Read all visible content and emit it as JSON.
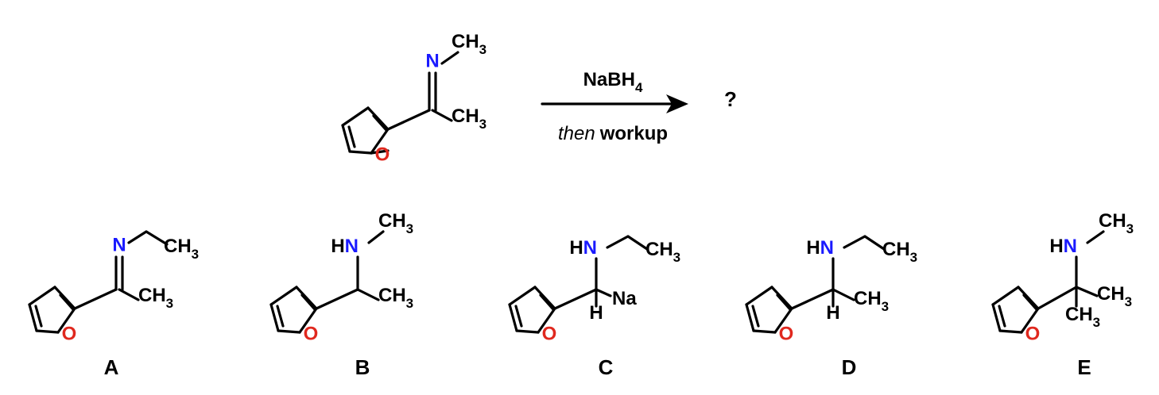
{
  "colors": {
    "bond": "#000000",
    "nitrogen": "#1a1aff",
    "oxygen": "#e0281e",
    "text": "#000000"
  },
  "labels": {
    "N": "N",
    "HN": "HN",
    "HN_H": "H",
    "HN_N": "N",
    "O": "O",
    "H": "H",
    "Na": "Na",
    "CH": "CH",
    "sub3": "3"
  },
  "reaction": {
    "reagent_main": "NaBH",
    "reagent_sub": "4",
    "condition_italic": "then",
    "condition_bold": "workup",
    "product": "?"
  },
  "choices": [
    {
      "letter": "A"
    },
    {
      "letter": "B"
    },
    {
      "letter": "C"
    },
    {
      "letter": "D"
    },
    {
      "letter": "E"
    }
  ]
}
